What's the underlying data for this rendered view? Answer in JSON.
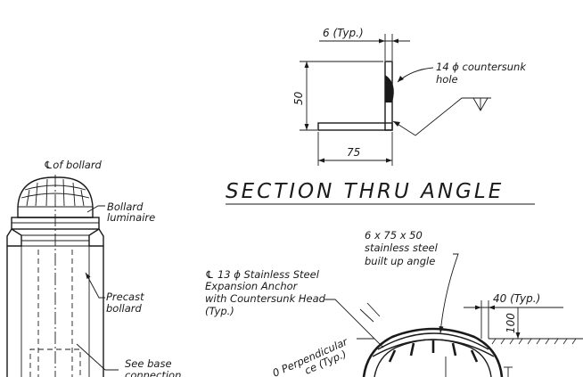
{
  "section": {
    "title": "SECTION THRU ANGLE",
    "dim_typ": "6 (Typ.)",
    "dim_height": "50",
    "dim_width": "75",
    "countersunk_line1": "14 ϕ countersunk",
    "countersunk_line2": "hole"
  },
  "bollard": {
    "centerline_label": "℄of bollard",
    "luminaire_line1": "Bollard",
    "luminaire_line2": "luminaire",
    "precast_line1": "Precast",
    "precast_line2": "bollard",
    "base_line1": "See base",
    "base_line2": "connection"
  },
  "plan": {
    "angle_line1": "6 x 75 x 50",
    "angle_line2": "stainless steel",
    "angle_line3": "built up angle",
    "anchor_line1": "℄ 13 ϕ Stainless Steel",
    "anchor_line2": "Expansion Anchor",
    "anchor_line3": "with Countersunk Head",
    "anchor_line4": "(Typ.)",
    "dim_40": "40 (Typ.)",
    "dim_100": "100",
    "perp_line1": "0 Perpendicular",
    "perp_line2": "ce (Typ.)"
  }
}
